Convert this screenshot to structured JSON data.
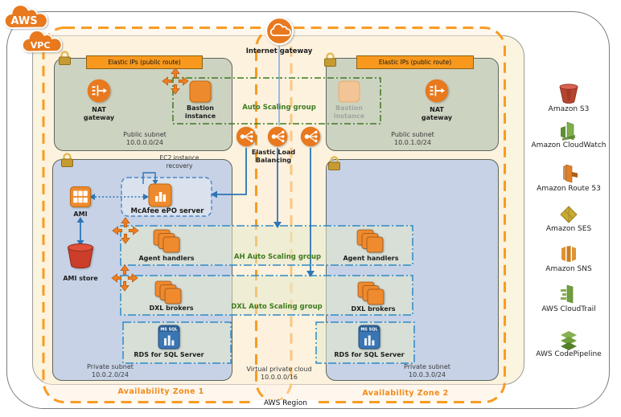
{
  "badges": {
    "aws": "AWS",
    "vpc": "VPC"
  },
  "region": {
    "label": "AWS Region",
    "vpc_label": "Virtual private cloud\n10.0.0.0/16",
    "az1_label": "Availability Zone 1",
    "az2_label": "Availability Zone 2"
  },
  "edge": {
    "internet_gateway": "Internet gateway",
    "elastic_lb": "Elastic Load\nBalancing"
  },
  "public_subnets": {
    "elastic_ips_banner": "Elastic IPs  (public route)",
    "nat_gateway": "NAT\ngateway",
    "bastion": "Bastion\ninstance",
    "auto_scaling_group": "Auto Scaling group",
    "left_label": "Public subnet\n10.0.0.0/24",
    "right_label": "Public subnet\n10.0.1.0/24"
  },
  "private_subnets": {
    "left_label": "Private subnet\n10.0.2.0/24",
    "right_label": "Private subnet\n10.0.3.0/24",
    "ami": "AMI",
    "ami_store": "AMI store",
    "epo_server": "McAfee ePO server",
    "ec2_recovery": "EC2 instance\nrecovery",
    "agent_handlers": "Agent handlers",
    "dxl_brokers": "DXL brokers",
    "rds": "RDS for SQL Server",
    "mssql_badge": "MS SQL",
    "ah_asg": "AH Auto Scaling group",
    "dxl_asg": "DXL Auto Scaling group"
  },
  "services": [
    {
      "label": "Amazon S3"
    },
    {
      "label": "Amazon CloudWatch"
    },
    {
      "label": "Amazon Route 53"
    },
    {
      "label": "Amazon SES"
    },
    {
      "label": "Amazon SNS"
    },
    {
      "label": "AWS CloudTrail"
    },
    {
      "label": "AWS CodePipeline"
    }
  ],
  "colors": {
    "aws_orange": "#E8791E",
    "dash_orange": "#F89C21",
    "green_label": "#3E7B21",
    "blue_line": "#2E75B6",
    "vpc_fill": "#FBF4DE",
    "public_subnet_fill": "#CDD3C1",
    "private_subnet_fill": "#C7D2E6",
    "rds_blue": "#3D7AB8"
  }
}
